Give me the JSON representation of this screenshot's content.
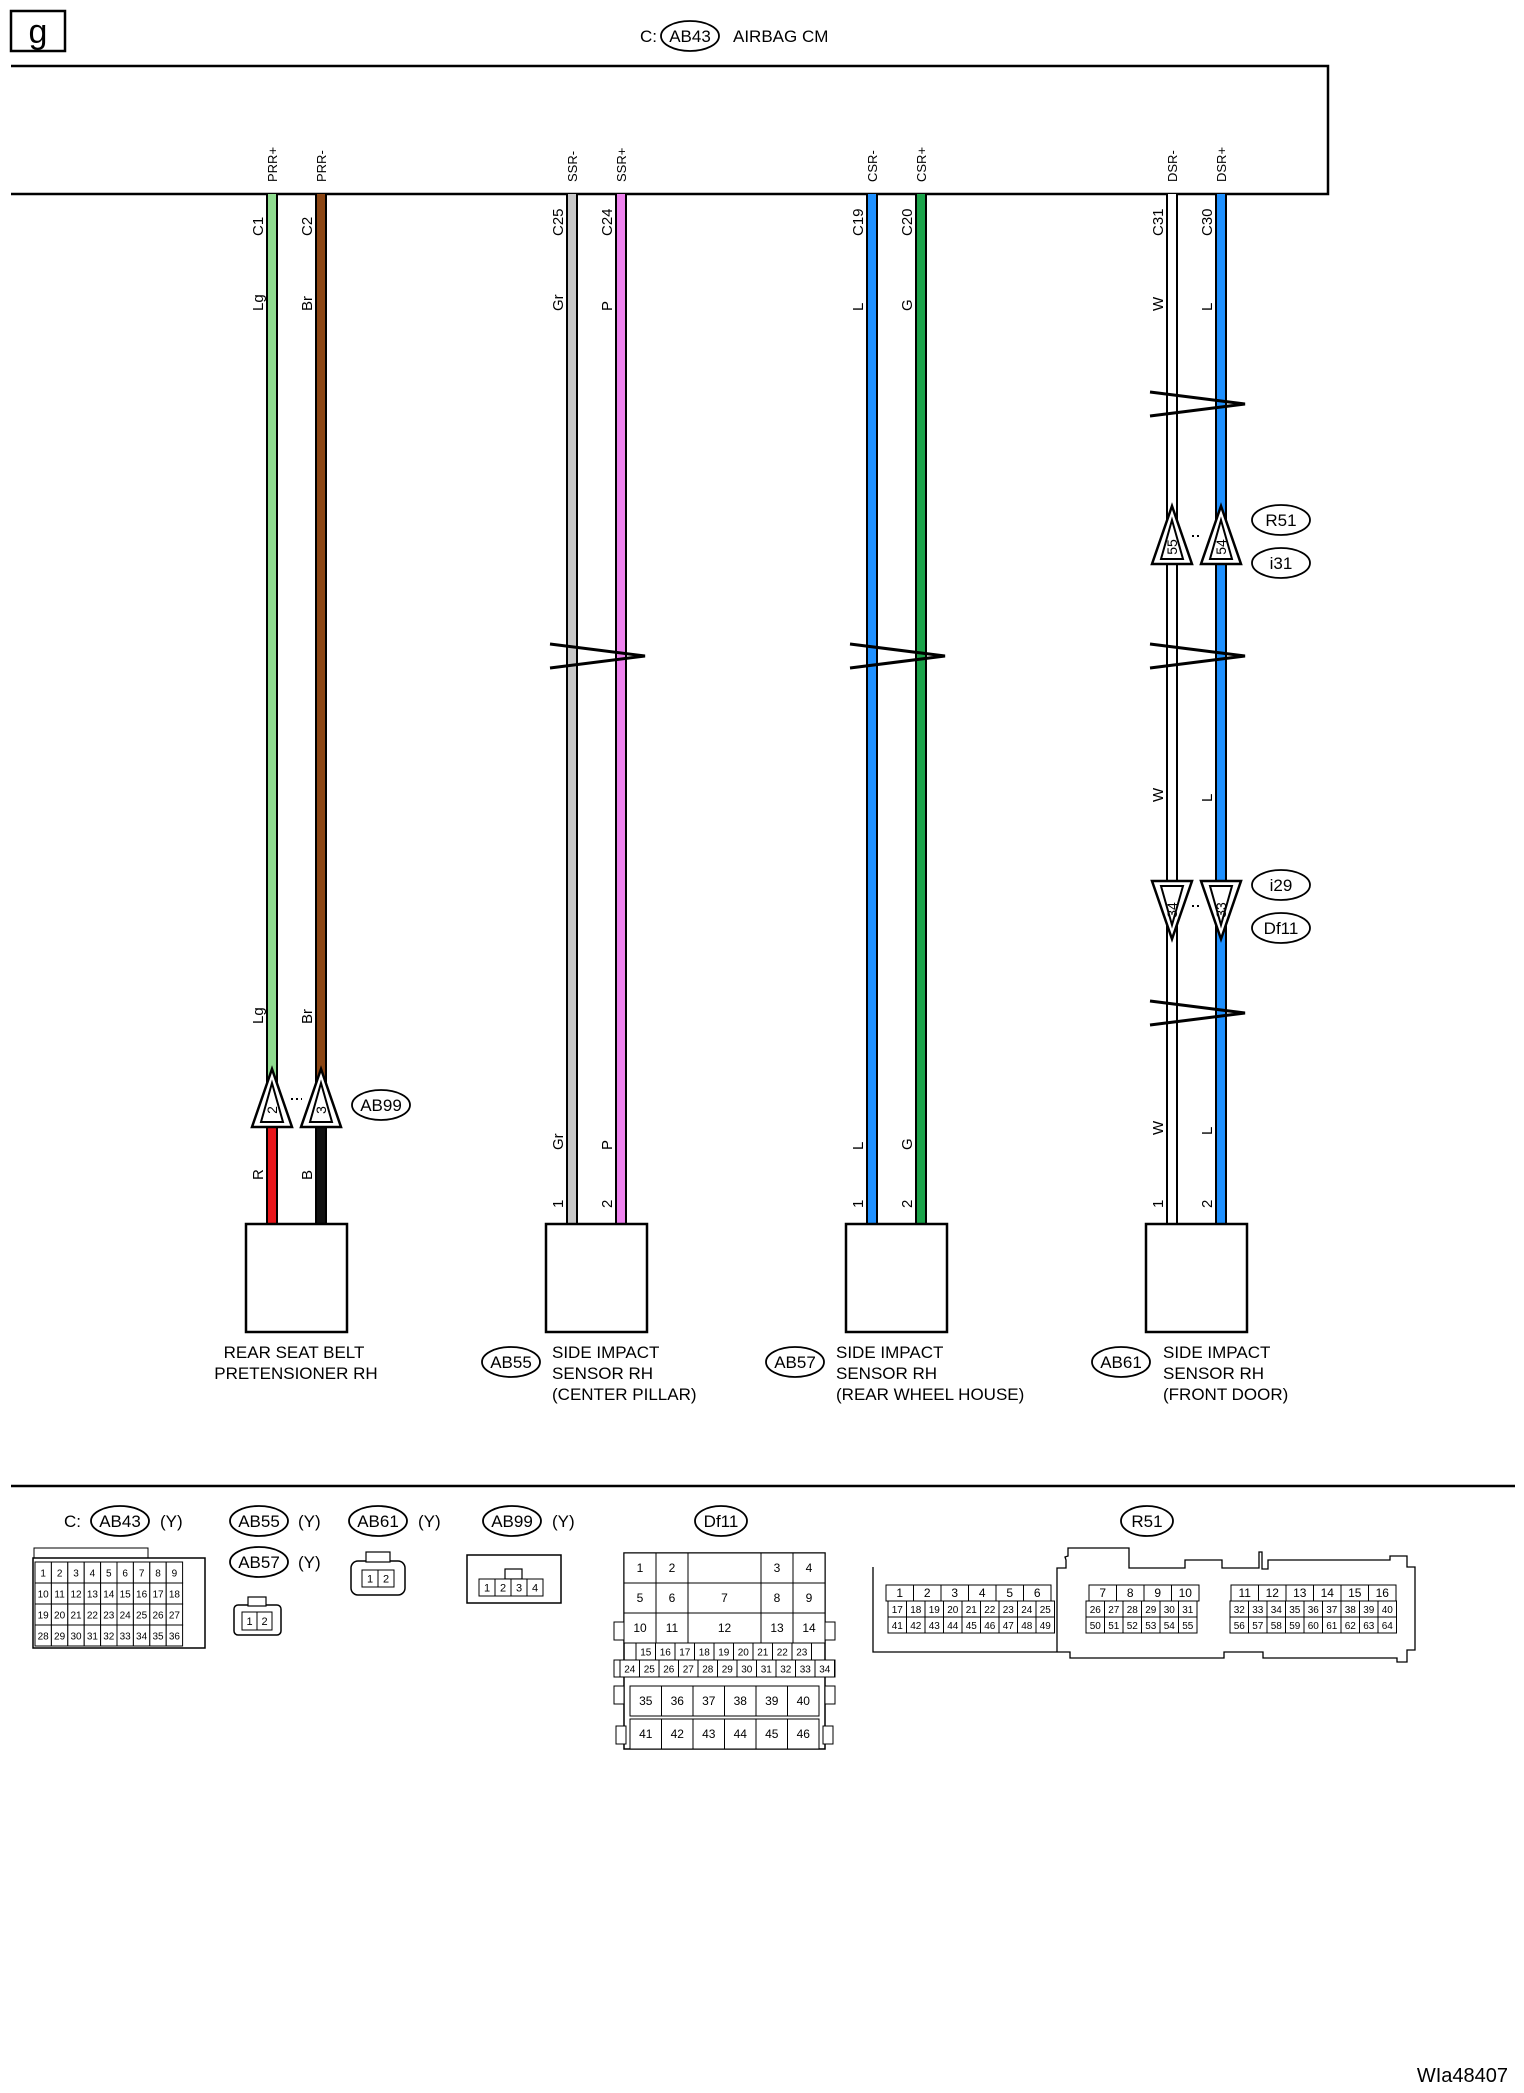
{
  "page": {
    "section_letter": "g",
    "figure_id": "WIa48407"
  },
  "header": {
    "prefix": "C:",
    "connector": "AB43",
    "title": "AIRBAG CM"
  },
  "circuits": [
    {
      "id": "rear-pretensioner",
      "signals": [
        "PRR+",
        "PRR-"
      ],
      "terminals": [
        "C1",
        "C2"
      ],
      "colors_top": [
        "Lg",
        "Br"
      ],
      "colors_mid": [],
      "colors_bottom": [
        "R",
        "B"
      ],
      "colors_above_connector": [
        "Lg",
        "Br"
      ],
      "wire_hex": [
        "#8fdc8f",
        "#8b4513"
      ],
      "wire_hex_bottom": [
        "#e8161b",
        "#111111"
      ],
      "device_pins": [],
      "inline_connectors": [
        {
          "name": "AB99",
          "pins": [
            "2",
            "3"
          ],
          "direction": "up"
        }
      ],
      "device_connector": "",
      "device_label": [
        "REAR SEAT BELT",
        "PRETENSIONER RH"
      ]
    },
    {
      "id": "center-pillar",
      "signals": [
        "SSR-",
        "SSR+"
      ],
      "terminals": [
        "C25",
        "C24"
      ],
      "colors_top": [
        "Gr",
        "P"
      ],
      "colors_bottom": [
        "Gr",
        "P"
      ],
      "wire_hex": [
        "#c8c8c8",
        "#ee82ee"
      ],
      "device_pins": [
        "1",
        "2"
      ],
      "inline_connectors": [],
      "device_connector": "AB55",
      "device_label": [
        "SIDE IMPACT",
        "SENSOR RH",
        "(CENTER PILLAR)"
      ]
    },
    {
      "id": "rear-wheel-house",
      "signals": [
        "CSR-",
        "CSR+"
      ],
      "terminals": [
        "C19",
        "C20"
      ],
      "colors_top": [
        "L",
        "G"
      ],
      "colors_bottom": [
        "L",
        "G"
      ],
      "wire_hex": [
        "#1e90ff",
        "#1aa34a"
      ],
      "device_pins": [
        "1",
        "2"
      ],
      "inline_connectors": [],
      "device_connector": "AB57",
      "device_label": [
        "SIDE IMPACT",
        "SENSOR RH",
        "(REAR WHEEL HOUSE)"
      ]
    },
    {
      "id": "front-door",
      "signals": [
        "DSR-",
        "DSR+"
      ],
      "terminals": [
        "C31",
        "C30"
      ],
      "colors_top": [
        "W",
        "L"
      ],
      "colors_mid": [
        "W",
        "L"
      ],
      "colors_bottom": [
        "W",
        "L"
      ],
      "wire_hex": [
        "#ffffff",
        "#1e90ff"
      ],
      "device_pins": [
        "1",
        "2"
      ],
      "inline_connectors": [
        {
          "names": [
            "R51",
            "i31"
          ],
          "pins": [
            "55",
            "54"
          ],
          "direction": "up"
        },
        {
          "names": [
            "i29",
            "Df11"
          ],
          "pins": [
            "34",
            "33"
          ],
          "direction": "down"
        }
      ],
      "device_connector": "AB61",
      "device_label": [
        "SIDE IMPACT",
        "SENSOR RH",
        "(FRONT DOOR)"
      ]
    }
  ],
  "legend": {
    "ab43": {
      "prefix": "C:",
      "name": "AB43",
      "color_code": "(Y)",
      "rows": [
        [
          "1",
          "2",
          "3",
          "4",
          "5",
          "6",
          "7",
          "8",
          "9"
        ],
        [
          "10",
          "11",
          "12",
          "13",
          "14",
          "15",
          "16",
          "17",
          "18"
        ],
        [
          "19",
          "20",
          "21",
          "22",
          "23",
          "24",
          "25",
          "26",
          "27"
        ],
        [
          "28",
          "29",
          "30",
          "31",
          "32",
          "33",
          "34",
          "35",
          "36"
        ]
      ]
    },
    "ab55": {
      "name": "AB55",
      "color_code": "(Y)"
    },
    "ab57": {
      "name": "AB57",
      "color_code": "(Y)",
      "pins": [
        "1",
        "2"
      ]
    },
    "ab61": {
      "name": "AB61",
      "color_code": "(Y)",
      "pins": [
        "1",
        "2"
      ]
    },
    "ab99": {
      "name": "AB99",
      "color_code": "(Y)",
      "pins": [
        "1",
        "2",
        "3",
        "4"
      ]
    },
    "df11": {
      "name": "Df11",
      "row1": [
        "1",
        "2",
        "3",
        "4"
      ],
      "row2": [
        "5",
        "6",
        "7",
        "8",
        "9"
      ],
      "row3": [
        "10",
        "11",
        "12",
        "13",
        "14"
      ],
      "row4": [
        "15",
        "16",
        "17",
        "18",
        "19",
        "20",
        "21",
        "22",
        "23"
      ],
      "row5": [
        "24",
        "25",
        "26",
        "27",
        "28",
        "29",
        "30",
        "31",
        "32",
        "33",
        "34"
      ],
      "row6": [
        "35",
        "36",
        "37",
        "38",
        "39",
        "40"
      ],
      "row7": [
        "41",
        "42",
        "43",
        "44",
        "45",
        "46"
      ]
    },
    "r51": {
      "name": "R51",
      "left_top": [
        "1",
        "2",
        "3",
        "4",
        "5",
        "6"
      ],
      "left_bottom": [
        "17",
        "18",
        "19",
        "20",
        "21",
        "22",
        "23",
        "24",
        "25"
      ],
      "left_bottom2": [
        "41",
        "42",
        "43",
        "44",
        "45",
        "46",
        "47",
        "48",
        "49"
      ],
      "mid_top": [
        "7",
        "8",
        "9",
        "10"
      ],
      "mid_bottom": [
        "26",
        "27",
        "28",
        "29",
        "30",
        "31"
      ],
      "mid_bottom2": [
        "50",
        "51",
        "52",
        "53",
        "54",
        "55"
      ],
      "right_top": [
        "11",
        "12",
        "13",
        "14",
        "15",
        "16"
      ],
      "right_bottom": [
        "32",
        "33",
        "34",
        "35",
        "36",
        "37",
        "38",
        "39",
        "40"
      ],
      "right_bottom2": [
        "56",
        "57",
        "58",
        "59",
        "60",
        "61",
        "62",
        "63",
        "64"
      ]
    }
  }
}
